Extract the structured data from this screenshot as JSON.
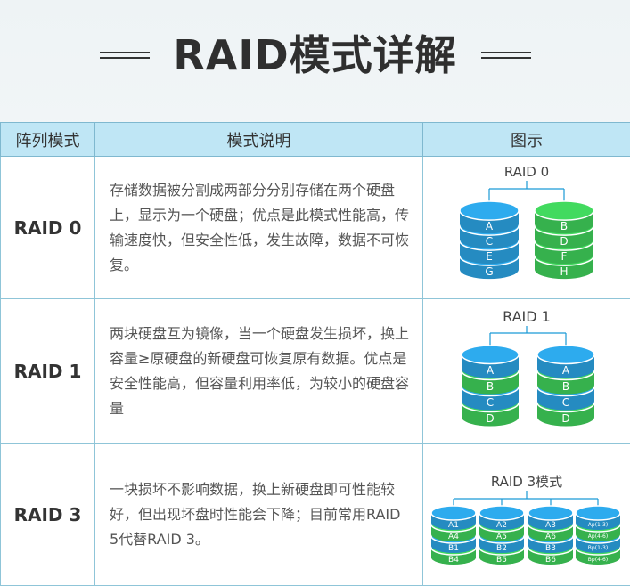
{
  "title": "RAID模式详解",
  "headers": {
    "mode": "阵列模式",
    "desc": "模式说明",
    "pic": "图示"
  },
  "colors": {
    "blue": "#2ba3e3",
    "green": "#3fd05a",
    "header_bg": "#bfe6f5",
    "line": "#1a9ad6"
  },
  "rows": [
    {
      "mode": "RAID 0",
      "desc": "存储数据被分割成两部分分别存储在两个硬盘上，显示为一个硬盘；优点是此模式性能高，传输速度快，但安全性低，发生故障，数据不可恢复。",
      "diagram_label": "RAID 0",
      "disks": [
        {
          "color": "blue",
          "labels": [
            "A",
            "C",
            "E",
            "G"
          ]
        },
        {
          "color": "green",
          "labels": [
            "B",
            "D",
            "F",
            "H"
          ]
        }
      ]
    },
    {
      "mode": "RAID 1",
      "desc": "两块硬盘互为镜像，当一个硬盘发生损坏，换上容量≥原硬盘的新硬盘可恢复原有数据。优点是安全性能高，但容量利用率低，为较小的硬盘容量",
      "diagram_label": "RAID 1",
      "disks": [
        {
          "color": "mixed",
          "labels": [
            "A",
            "B",
            "C",
            "D"
          ]
        },
        {
          "color": "mixed",
          "labels": [
            "A",
            "B",
            "C",
            "D"
          ]
        }
      ]
    },
    {
      "mode": "RAID 3",
      "desc": "一块损坏不影响数据，换上新硬盘即可性能较好，但出现坏盘时性能会下降；目前常用RAID 5代替RAID 3。",
      "diagram_label": "RAID 3模式",
      "disks": [
        {
          "color": "mixed",
          "labels": [
            "A1",
            "A4",
            "B1",
            "B4"
          ]
        },
        {
          "color": "mixed",
          "labels": [
            "A2",
            "A5",
            "B2",
            "B5"
          ]
        },
        {
          "color": "mixed",
          "labels": [
            "A3",
            "A6",
            "B3",
            "B6"
          ]
        },
        {
          "color": "mixed",
          "labels": [
            "Ap(1-3)",
            "Ap(4-6)",
            "Bp(1-3)",
            "Bp(4-6)"
          ]
        }
      ]
    }
  ]
}
